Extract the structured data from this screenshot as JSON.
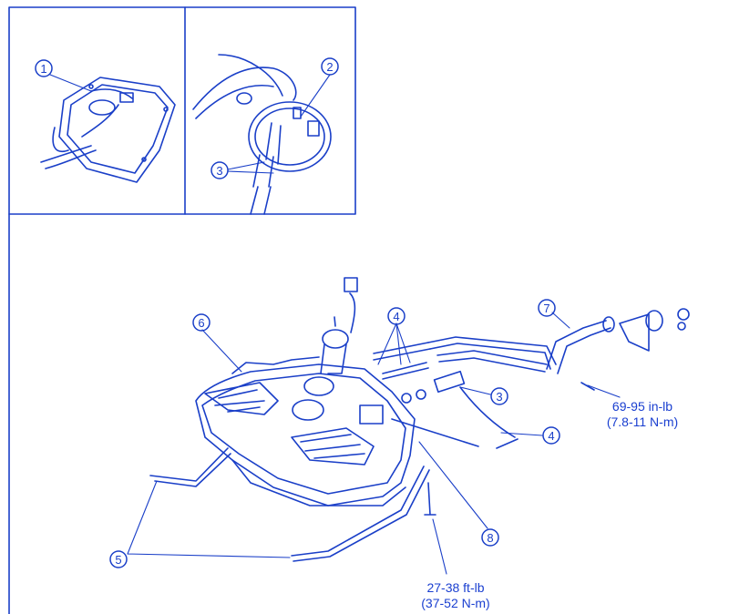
{
  "diagram": {
    "line_color": "#1a3fc8",
    "callouts": {
      "inset1": "1",
      "inset2": "2",
      "inset3": "3",
      "c3": "3",
      "c4_top": "4",
      "c4_right": "4",
      "c5": "5",
      "c6": "6",
      "c7": "7",
      "c8": "8"
    },
    "torque_filler": {
      "line1": "69-95 in-lb",
      "line2": "(7.8-11 N-m)"
    },
    "torque_tank": {
      "line1": "27-38 ft-lb",
      "line2": "(37-52 N-m)"
    }
  }
}
